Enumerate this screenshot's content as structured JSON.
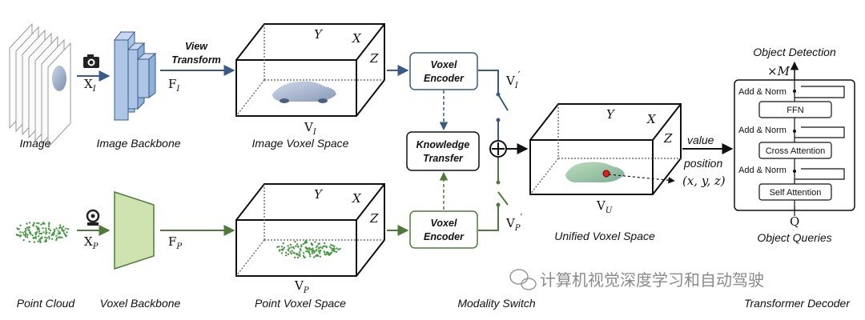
{
  "labels": {
    "image": "Image",
    "image_backbone": "Image Backbone",
    "image_voxel_space": "Image Voxel Space",
    "point_cloud": "Point Cloud",
    "voxel_backbone": "Voxel Backbone",
    "point_voxel_space": "Point Voxel Space",
    "modality_switch": "Modality Switch",
    "unified_voxel_space": "Unified Voxel Space",
    "object_detection": "Object Detection",
    "object_queries": "Object Queries",
    "transformer_decoder": "Transformer Decoder"
  },
  "view_transform": [
    "View",
    "Transform"
  ],
  "voxel_encoder": [
    "Voxel",
    "Encoder"
  ],
  "knowledge_transfer": [
    "Knowledge",
    "Transfer"
  ],
  "variables": {
    "x_i": "X",
    "x_i_sub": "I",
    "f_i": "F",
    "f_i_sub": "I",
    "x_p": "X",
    "x_p_sub": "P",
    "f_p": "F",
    "f_p_sub": "P",
    "v_i": "V",
    "v_i_sub": "I",
    "v_p": "V",
    "v_p_sub": "P",
    "v_i_prime": "V",
    "v_i_prime_sub": "I",
    "v_i_prime_mark": "′",
    "v_p_prime": "V",
    "v_p_prime_sub": "P",
    "v_p_prime_mark": "′",
    "v_u": "V",
    "v_u_sub": "U",
    "q": "Q",
    "times_m": "×M"
  },
  "axes": {
    "y": "Y",
    "x": "X",
    "z": "Z"
  },
  "value_label": "value",
  "position_label": "position",
  "position_coords": "(x, y, z)",
  "decoder": {
    "add_norm": "Add & Norm",
    "ffn": "FFN",
    "cross_attention": "Cross Attention",
    "self_attention": "Self Attention"
  },
  "watermark": "计算机视觉深度学习和自动驾驶",
  "colors": {
    "image_branch": "#3a5a85",
    "point_branch": "#4f7a3a",
    "image_fill": "#aec6e6",
    "point_fill": "#cfe3b0",
    "point_dots": "#4a9a45"
  }
}
